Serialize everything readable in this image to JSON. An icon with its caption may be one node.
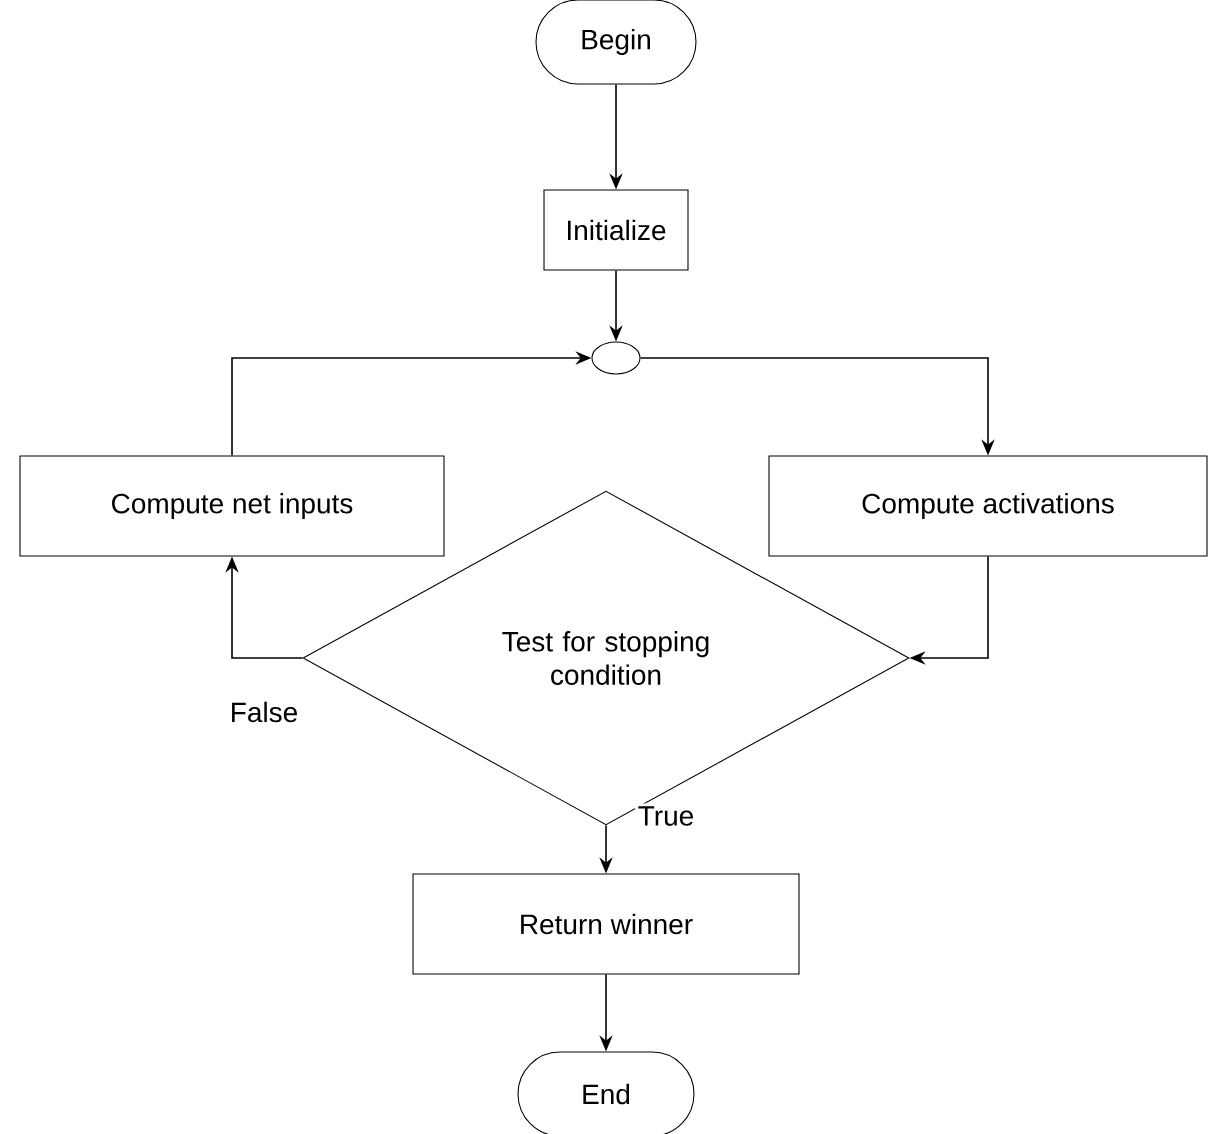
{
  "diagram": {
    "nodes": [
      {
        "text": [
          "Begin"
        ]
      },
      {
        "text": [
          "Initialize"
        ]
      },
      {
        "text": [],
        "shape": "circle"
      },
      {
        "text": [
          "Compute net inputs"
        ]
      },
      {
        "text": [
          "Compute activations"
        ]
      },
      {
        "text": [
          "Test for stopping condition"
        ]
      },
      {
        "text": [
          "Return winner"
        ]
      },
      {
        "text": [
          "End"
        ]
      }
    ],
    "edges": [
      {
        "from": 0,
        "to": 1,
        "arrow": "to"
      },
      {
        "from": 1,
        "to": 2,
        "arrow": "to"
      },
      {
        "from": 2,
        "to": 4,
        "arrow": "to"
      },
      {
        "from": 3,
        "to": 2,
        "arrow": "to"
      },
      {
        "from": 4,
        "to": 5,
        "arrow": "to"
      },
      {
        "from": 5,
        "to": 3,
        "arrow": "to",
        "label": "False"
      },
      {
        "from": 5,
        "to": 6,
        "arrow": "to",
        "label": "True"
      },
      {
        "from": 6,
        "to": 7,
        "arrow": "to"
      }
    ]
  }
}
